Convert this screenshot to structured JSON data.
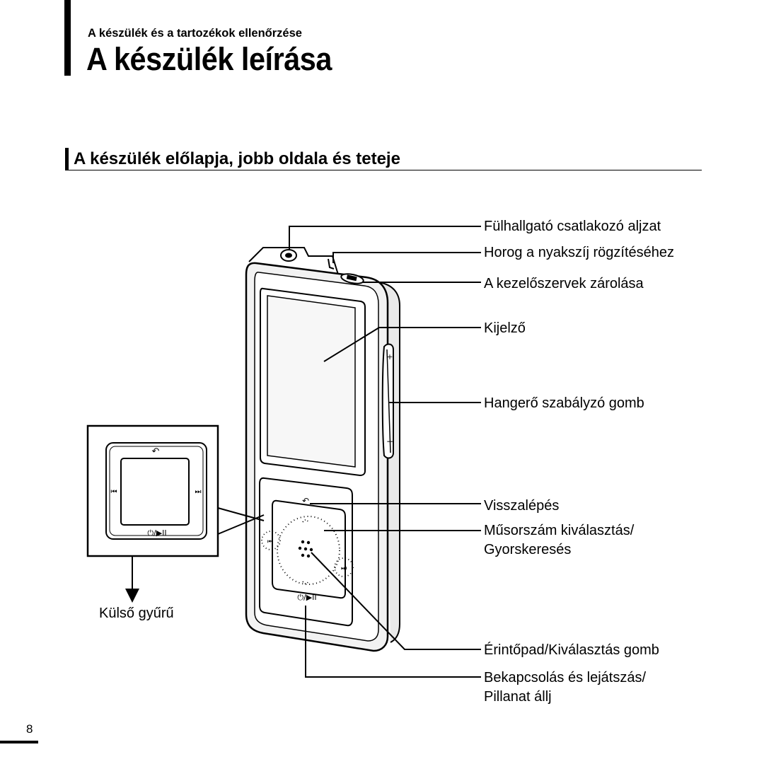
{
  "header": {
    "breadcrumb": "A készülék és a tartozékok ellenőrzése",
    "title": "A készülék leírása"
  },
  "section": {
    "title": "A készülék előlapja, jobb oldala és teteje"
  },
  "callouts": {
    "earphone_jack": "Fülhallgató csatlakozó aljzat",
    "strap_hook": "Horog a nyakszíj rögzítéséhez",
    "hold_switch": "A kezelőszervek zárolása",
    "display": "Kijelző",
    "volume": "Hangerő szabályzó gomb",
    "back": "Visszalépés",
    "track_select_line1": "Műsorszám kiválasztás/",
    "track_select_line2": "Gyorskeresés",
    "touchpad": "Érintőpad/Kiválasztás gomb",
    "power_line1": "Bekapcsolás és lejátszás/",
    "power_line2": "Pillanat állj",
    "outer_ring": "Külső gyűrű"
  },
  "icons": {
    "back": "back-arrow-icon",
    "prev": "skip-previous-icon",
    "next": "skip-next-icon",
    "power_play": "power-play-pause-icon",
    "volume_plus": "plus-icon",
    "volume_minus": "minus-icon"
  },
  "footer": {
    "page_number": "8"
  }
}
